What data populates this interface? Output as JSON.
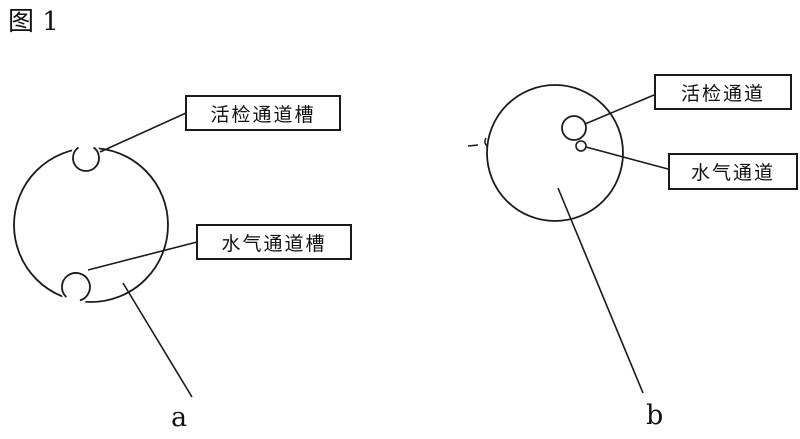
{
  "figure": {
    "title": "图 1",
    "diagram_a": {
      "caption": "a",
      "labels": [
        "活检通道槽",
        "水气通道槽"
      ]
    },
    "diagram_b": {
      "caption": "b",
      "labels": [
        "活检通道",
        "水气通道"
      ]
    },
    "colors": {
      "line": "#1a1a1a",
      "background": "#ffffff"
    }
  }
}
